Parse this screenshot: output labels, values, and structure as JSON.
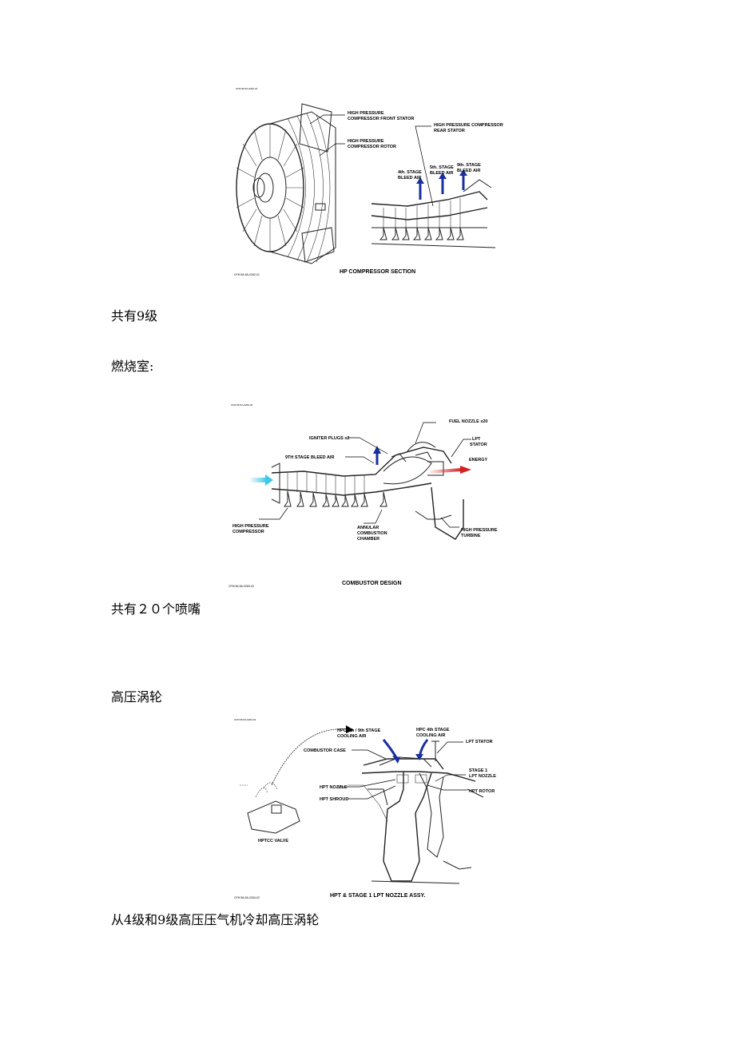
{
  "paragraphs": [
    "共有9级",
    "燃烧室:",
    "共有２０个喷嘴",
    "高压涡轮",
    "从4级和9级高压压气机冷却高压涡轮"
  ],
  "figure1": {
    "caption": "HP COMPRESSOR SECTION",
    "code": "CFM 56-5A-0262-01",
    "labels": {
      "front_stator_1": "HIGH PRESSURE",
      "front_stator_2": "COMPRESSOR FRONT STATOR",
      "rotor_1": "HIGH PRESSURE",
      "rotor_2": "COMPRESSOR ROTOR",
      "rear_stator_1": "HIGH PRESSURE COMPRESSOR",
      "rear_stator_2": "REAR STATOR",
      "bleed4_1": "4th. STAGE",
      "bleed4_2": "BLEED AIR",
      "bleed5_1": "5th. STAGE",
      "bleed5_2": "BLEED AIR",
      "bleed9_1": "9th. STAGE",
      "bleed9_2": "BLEED AIR"
    }
  },
  "figure2": {
    "caption": "COMBUSTOR DESIGN",
    "code": "CFM 56-5A-0263-02",
    "labels": {
      "fuel_nozzle": "FUEL NOZZLE x20",
      "igniter": "IGNITER PLUGS x2",
      "lpt_1": "LPT",
      "lpt_2": "STATOR",
      "bleed9": "9TH STAGE BLEED AIR",
      "energy": "ENERGY",
      "hpc_1": "HIGH PRESSURE",
      "hpc_2": "COMPRESSOR",
      "annular_1": "ANNULAR",
      "annular_2": "COMBUSTION",
      "annular_3": "CHAMBER",
      "hpt_1": "HIGH PRESSURE",
      "hpt_2": "TURBINE"
    }
  },
  "figure3": {
    "caption": "HPT & STAGE 1 LPT NOZZLE ASSY.",
    "code": "CFM 56-5A-0264-02",
    "labels": {
      "hpc49_1": "HPC 4th / 9th STAGE",
      "hpc49_2": "COOLING AIR",
      "hpc4_1": "HPC 4th STAGE",
      "hpc4_2": "COOLING AIR",
      "lpt_stator": "LPT STATOR",
      "combustor_case": "COMBUSTOR CASE",
      "stage1_1": "STAGE 1",
      "stage1_2": "LPT NOZZLE",
      "hpt_nozzle": "HPT NOZZLE",
      "hpt_rotor": "HPT ROTOR",
      "hpt_shroud": "HPT SHROUD",
      "hptcc": "HPTCC VALVE"
    }
  },
  "colors": {
    "bleed_arrow": "#1a2f9e",
    "energy_arrow": "#d42020",
    "inlet_air": "#3cc8e8"
  }
}
